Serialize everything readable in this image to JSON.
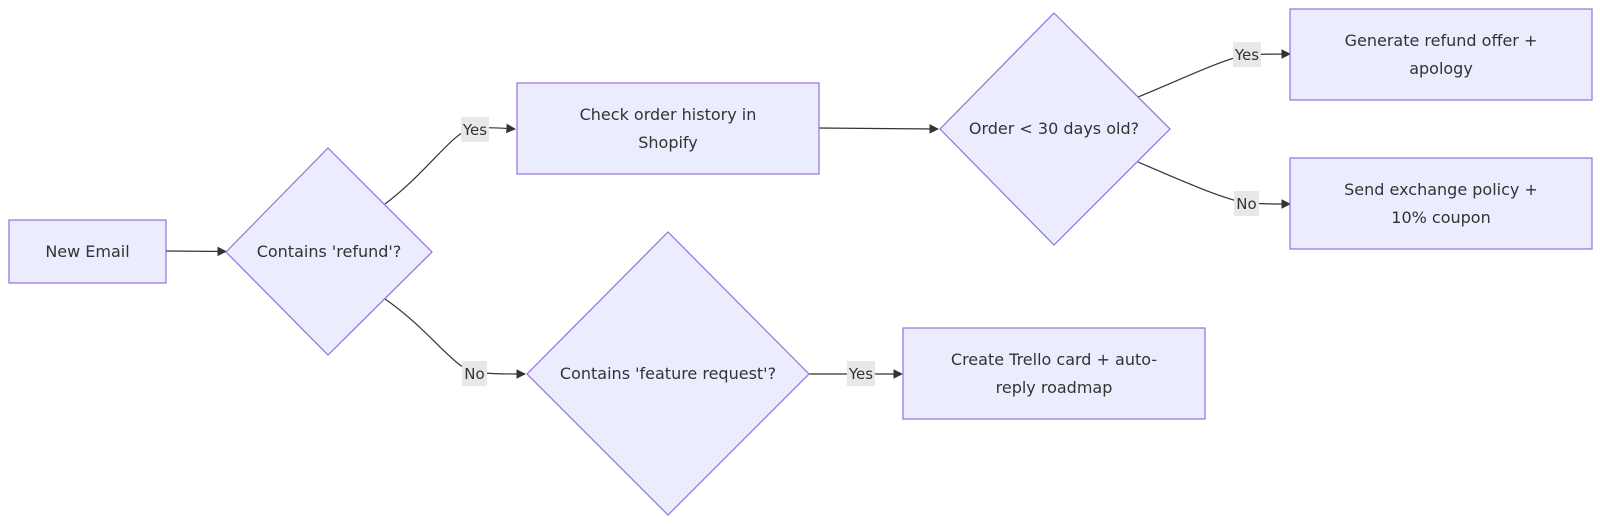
{
  "nodes": {
    "new_email": [
      "New Email"
    ],
    "contains_refund": [
      "Contains 'refund'?"
    ],
    "check_order_history": [
      "Check order history in",
      "Shopify"
    ],
    "order_age": [
      "Order < 30 days old?"
    ],
    "refund_offer": [
      "Generate refund offer +",
      "apology"
    ],
    "exchange_policy": [
      "Send exchange policy +",
      "10% coupon"
    ],
    "contains_feature_request": [
      "Contains 'feature request'?"
    ],
    "trello_card": [
      "Create Trello card + auto-",
      "reply roadmap"
    ]
  },
  "edge_labels": {
    "refund_yes": "Yes",
    "refund_no": "No",
    "order_age_yes": "Yes",
    "order_age_no": "No",
    "feature_yes": "Yes"
  },
  "colors": {
    "node_fill": "#ececff",
    "node_stroke": "#9370db",
    "edge": "#333333",
    "label_bg": "#e8e8e8"
  }
}
